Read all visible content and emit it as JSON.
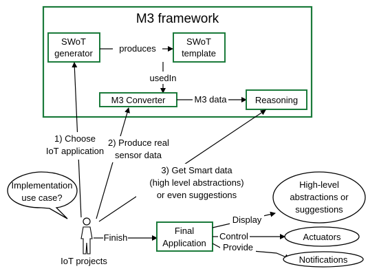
{
  "framework": {
    "title": "M3 framework"
  },
  "nodes": {
    "swot_generator": [
      "SWoT",
      "generator"
    ],
    "swot_template": [
      "SWoT",
      "template"
    ],
    "m3_converter": "M3 Converter",
    "reasoning": "Reasoning",
    "final_application": [
      "Final",
      "Application"
    ],
    "high_level": [
      "High-level",
      "abstractions or",
      "suggestions"
    ],
    "actuators": "Actuators",
    "notifications": "Notifications",
    "iot_projects": "IoT projects",
    "speech_bubble": [
      "Implementation",
      "use case?"
    ]
  },
  "edges": {
    "produces": "produces",
    "used_in": "usedIn",
    "m3_data": "M3 data",
    "choose": [
      "1) Choose",
      "IoT application"
    ],
    "produce_data": [
      "2) Produce real",
      "sensor data"
    ],
    "get_smart": [
      "3) Get Smart data",
      "(high level abstractions)",
      "or even suggestions"
    ],
    "finish": "Finish",
    "display": "Display",
    "control": "Control",
    "provide": "Provide"
  }
}
